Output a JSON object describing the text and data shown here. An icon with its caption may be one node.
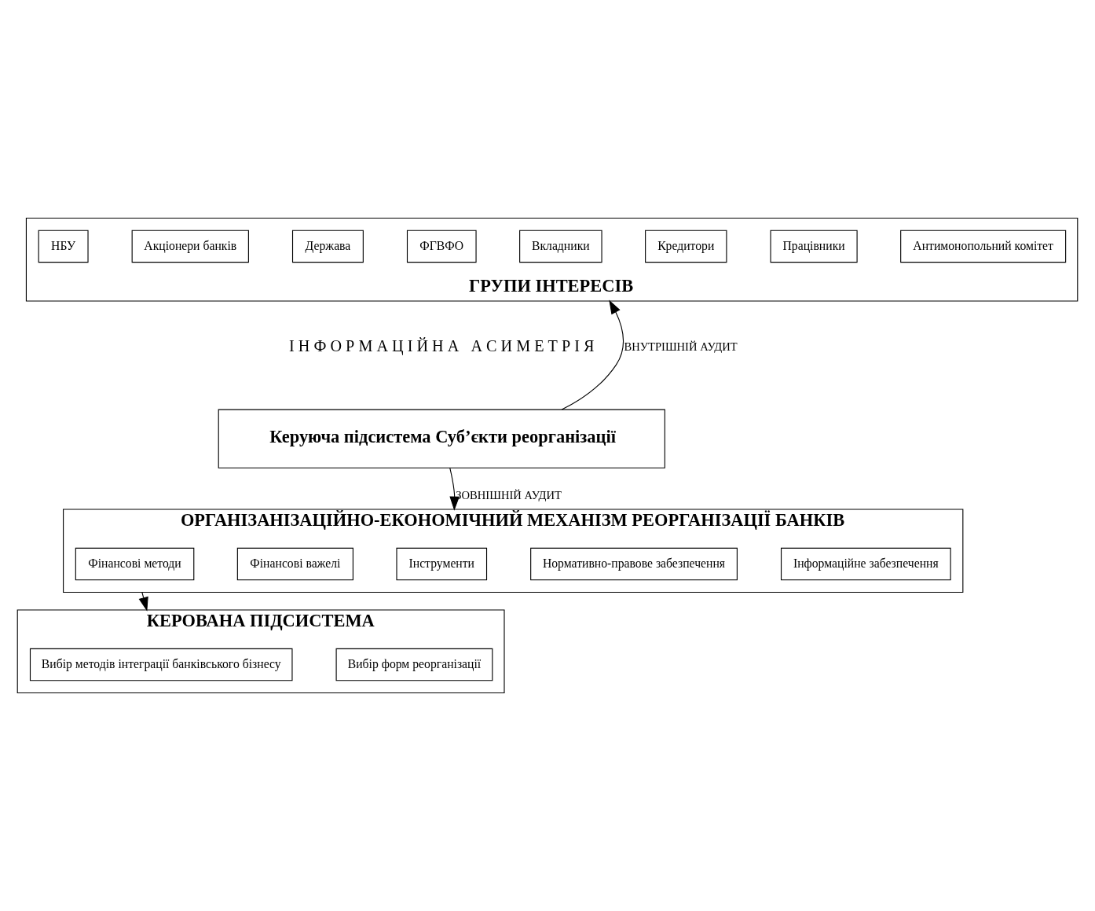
{
  "diagram": {
    "nodes": [
      {
        "text": [
          "ГРУПИ ІНТЕРЕСІВ"
        ]
      },
      {
        "text": [
          "НБУ"
        ],
        "in": 0
      },
      {
        "text": [
          "Акціонери банків"
        ],
        "in": 0
      },
      {
        "text": [
          "Держава"
        ],
        "in": 0
      },
      {
        "text": [
          "ФГВФО"
        ],
        "in": 0
      },
      {
        "text": [
          "Вкладники"
        ],
        "in": 0
      },
      {
        "text": [
          "Кредитори"
        ],
        "in": 0
      },
      {
        "text": [
          "Працівники"
        ],
        "in": 0
      },
      {
        "text": [
          "Антимонопольний комітет"
        ],
        "in": 0
      },
      {
        "text": [
          "Керуюча підсистема Суб’єкти реорганізації"
        ]
      },
      {
        "text": [
          "ОРГАНІЗАНІЗАЦІЙНО-ЕКОНОМІЧНИЙ МЕХАНІЗМ РЕОРГАНІЗАЦІЇ БАНКІВ"
        ]
      },
      {
        "text": [
          "Фінансові методи"
        ],
        "in": 10
      },
      {
        "text": [
          "Фінансові важелі"
        ],
        "in": 10
      },
      {
        "text": [
          "Інструменти"
        ],
        "in": 10
      },
      {
        "text": [
          "Нормативно-правове забезпечення"
        ],
        "in": 10
      },
      {
        "text": [
          "Інформаційне забезпечення"
        ],
        "in": 10
      },
      {
        "text": [
          "КЕРОВАНА ПІДСИСТЕМА"
        ]
      },
      {
        "text": [
          "Вибір форм реорганізації"
        ],
        "in": 16
      },
      {
        "text": [
          "Вибір методів інтеграції банківського бізнесу"
        ],
        "in": 16
      }
    ],
    "edges": [
      {
        "from": 9,
        "to": 0,
        "arrow": "to",
        "label": "ВНУТРІШНІЙ АУДИТ"
      },
      {
        "from": 9,
        "to": 10,
        "arrow": "to",
        "label": "ЗОВНІШНІЙ АУДИТ"
      },
      {
        "from": 10,
        "to": 16,
        "arrow": "to"
      }
    ],
    "labels": [
      "І Н Ф О Р М А Ц І Й Н А   А С И М Е Т Р І Я"
    ]
  }
}
